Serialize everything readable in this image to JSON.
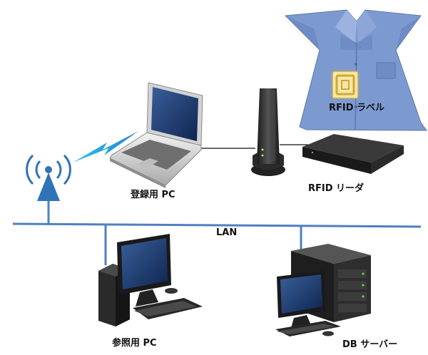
{
  "labels": {
    "rfid_label": "RFID ラベル",
    "registration_pc": "登録用 PC",
    "rfid_reader": "RFID リーダ",
    "lan": "LAN",
    "reference_pc": "参照用 PC",
    "db_server": "DB サーバー"
  },
  "colors": {
    "lan_line": "#4f7fc1",
    "shirt": "#7d9ad0",
    "wifi": "#2f73b8",
    "wireless_beam": "#29a9e0",
    "rfid_tag": "#e6c454"
  },
  "icons": [
    "shirt-icon",
    "rfid-tag-icon",
    "laptop-icon",
    "rfid-antenna-icon",
    "rfid-reader-box-icon",
    "wifi-antenna-icon",
    "wireless-beam-icon",
    "desktop-pc-icon",
    "server-icon"
  ]
}
